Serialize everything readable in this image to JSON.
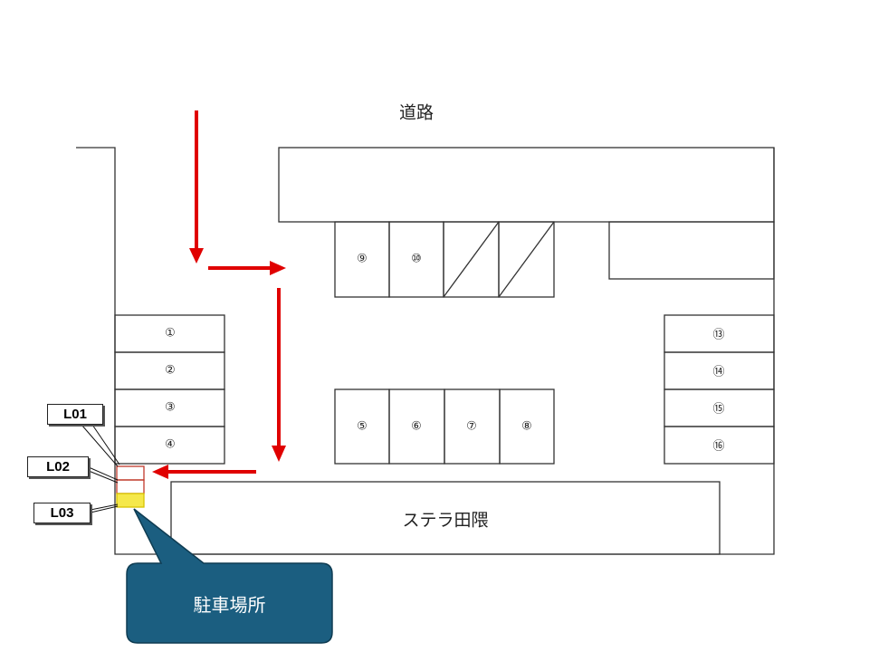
{
  "road_label": "道路",
  "building_label": "ステラ田隈",
  "spots": {
    "s1": "①",
    "s2": "②",
    "s3": "③",
    "s4": "④",
    "s5": "⑤",
    "s6": "⑥",
    "s7": "⑦",
    "s8": "⑧",
    "s9": "⑨",
    "s10": "⑩",
    "s13": "⑬",
    "s14": "⑭",
    "s15": "⑮",
    "s16": "⑯"
  },
  "markers": {
    "l01": "L01",
    "l02": "L02",
    "l03": "L03"
  },
  "callout": "駐車場所",
  "colors": {
    "arrow": "#e00000",
    "callout": "#1b5e80",
    "highlight": "#f5e84a",
    "reserved": "#c0392b"
  }
}
